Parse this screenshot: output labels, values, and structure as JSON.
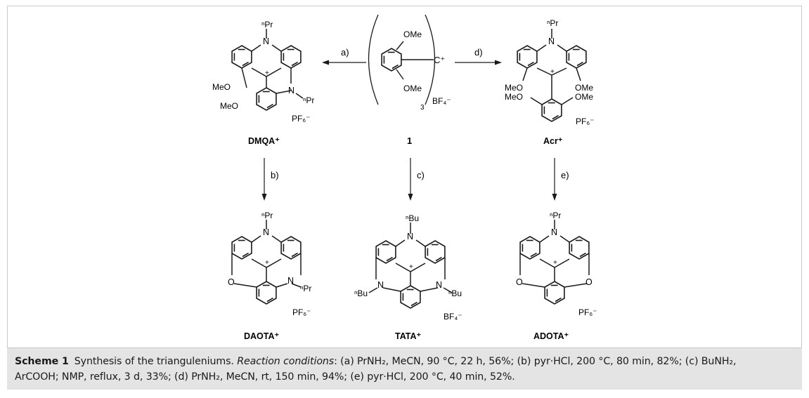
{
  "compounds": {
    "dmqa": "DMQA⁺",
    "center": "1",
    "acr": "Acr⁺",
    "daota": "DAOTA⁺",
    "tata": "TATA⁺",
    "adota": "ADOTA⁺"
  },
  "arrows": {
    "a": "a)",
    "b": "b)",
    "c": "c)",
    "d": "d)",
    "e": "e)"
  },
  "counterions": {
    "dmqa": "PF₆⁻",
    "center": "BF₄⁻",
    "acr": "PF₆⁻",
    "daota": "PF₆⁻",
    "tata": "BF₄⁻",
    "adota": "PF₆⁻"
  },
  "substituents": {
    "npr": "ⁿPr",
    "nbu": "ⁿBu",
    "n": "N",
    "o": "O",
    "ome": "OMe",
    "meo": "MeO",
    "cplus": "C⁺",
    "plus": "+",
    "subscript3": "3"
  },
  "caption": {
    "label": "Scheme 1",
    "title": "Synthesis of the trianguleniums. ",
    "cond_label": "Reaction conditions",
    "line1_rest": ": (a) PrNH₂, MeCN, 90 °C, 22 h, 56%; (b) pyr·HCl, 200 °C, 80 min, 82%; (c) BuNH₂,",
    "line2": "ArCOOH; NMP, reflux, 3 d, 33%; (d) PrNH₂, MeCN, rt, 150 min, 94%; (e) pyr·HCl, 200 °C, 40 min, 52%."
  }
}
